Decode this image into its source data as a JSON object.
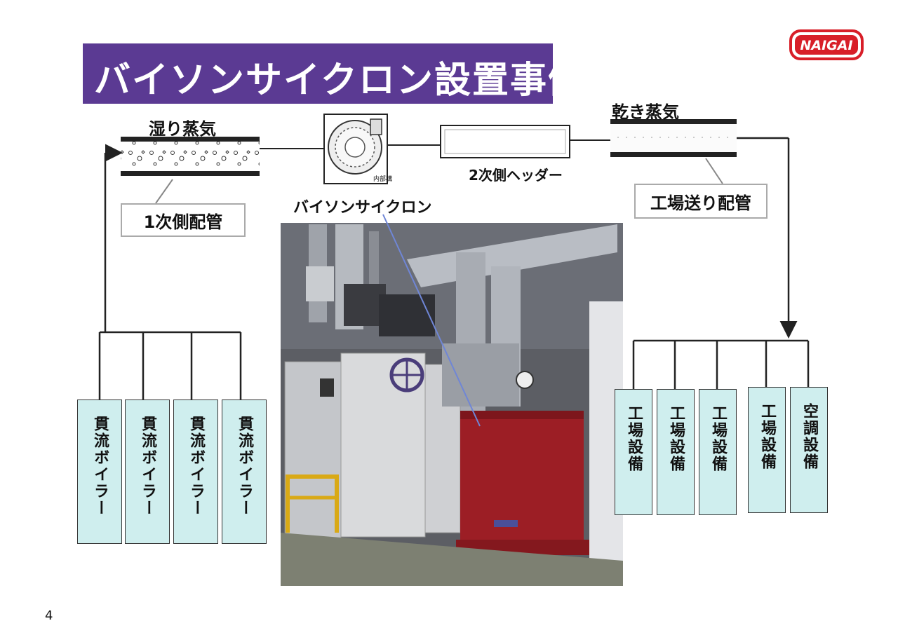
{
  "title": "バイソンサイクロン設置事例",
  "logo_text": "NAIGAI",
  "labels": {
    "wet_steam": "湿り蒸気",
    "dry_steam": "乾き蒸気",
    "secondary_header": "2次側ヘッダー",
    "cyclone": "バイソンサイクロン",
    "cyclone_inner": "内部構",
    "primary_pipe": "1次側配管",
    "factory_pipe": "工場送り配管"
  },
  "boilers": [
    "貫流ボイラー",
    "貫流ボイラー",
    "貫流ボイラー",
    "貫流ボイラー"
  ],
  "equipment": [
    "工場設備",
    "工場設備",
    "工場設備",
    "工場設備",
    "空調設備"
  ],
  "page_number": "4",
  "colors": {
    "title_bg": "#5b3a93",
    "box_fill": "#cfeeee",
    "logo_red": "#d81e28",
    "arrow_line": "#6f86d6"
  }
}
